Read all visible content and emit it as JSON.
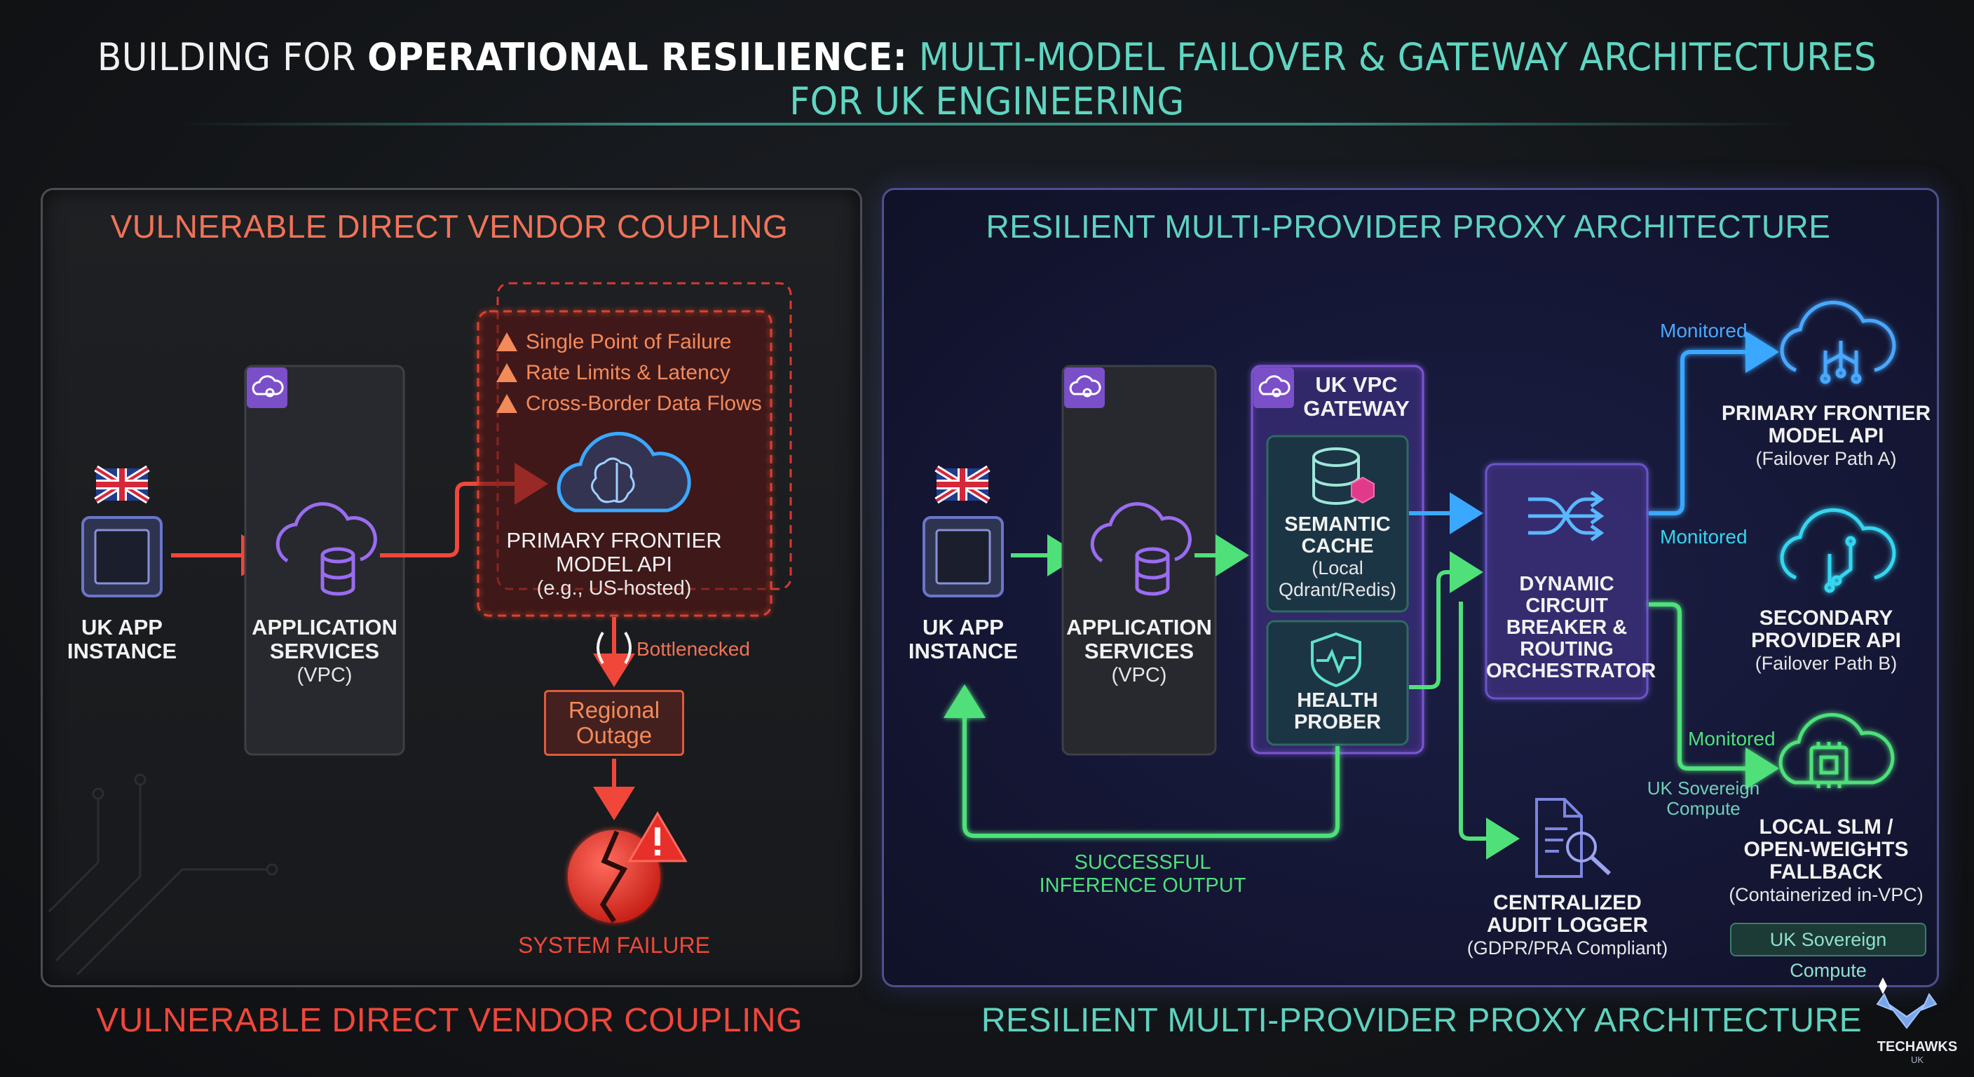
{
  "title": {
    "part1": "BUILDING FOR ",
    "part2": "OPERATIONAL RESILIENCE:",
    "part3": " MULTI-MODEL FAILOVER & GATEWAY ARCHITECTURES FOR UK ENGINEERING"
  },
  "left": {
    "panel_title": "VULNERABLE DIRECT VENDOR COUPLING",
    "bottom_title": "VULNERABLE DIRECT VENDOR COUPLING",
    "uk_app": {
      "line1": "UK APP",
      "line2": "INSTANCE"
    },
    "app_services": {
      "line1": "APPLICATION",
      "line2": "SERVICES",
      "sub": "(VPC)"
    },
    "warnings": [
      "Single Point of Failure",
      "Rate Limits & Latency",
      "Cross-Border Data Flows"
    ],
    "primary_api": {
      "line1": "PRIMARY FRONTIER",
      "line2": "MODEL API",
      "sub": "(e.g., US-hosted)"
    },
    "bottleneck_label": "Bottlenecked",
    "regional_outage": {
      "line1": "Regional",
      "line2": "Outage"
    },
    "system_failure": "SYSTEM FAILURE"
  },
  "right": {
    "panel_title": "RESILIENT MULTI-PROVIDER PROXY ARCHITECTURE",
    "bottom_title": "RESILIENT MULTI-PROVIDER PROXY ARCHITECTURE",
    "uk_app": {
      "line1": "UK APP",
      "line2": "INSTANCE"
    },
    "app_services": {
      "line1": "APPLICATION",
      "line2": "SERVICES",
      "sub": "(VPC)"
    },
    "gateway": {
      "line1": "UK VPC",
      "line2": "GATEWAY"
    },
    "semantic_cache": {
      "line1": "SEMANTIC",
      "line2": "CACHE",
      "sub1": "(Local",
      "sub2": "Qdrant/Redis)"
    },
    "health_prober": {
      "line1": "HEALTH",
      "line2": "PROBER"
    },
    "orchestrator": {
      "line1": "DYNAMIC",
      "line2": "CIRCUIT",
      "line3": "BREAKER &",
      "line4": "ROUTING",
      "line5": "ORCHESTRATOR"
    },
    "monitored_labels": [
      "Monitored",
      "Monitored",
      "Monitored"
    ],
    "primary": {
      "line1": "PRIMARY FRONTIER",
      "line2": "MODEL API",
      "sub": "(Failover Path A)"
    },
    "secondary": {
      "line1": "SECONDARY",
      "line2": "PROVIDER API",
      "sub": "(Failover Path B)"
    },
    "sovereign_label": {
      "line1": "UK Sovereign",
      "line2": "Compute"
    },
    "local": {
      "line1": "LOCAL SLM /",
      "line2": "OPEN-WEIGHTS",
      "line3": "FALLBACK",
      "sub": "(Containerized in-VPC)"
    },
    "sovereign_badge": "UK Sovereign Compute",
    "audit": {
      "line1": "CENTRALIZED",
      "line2": "AUDIT LOGGER",
      "sub": "(GDPR/PRA Compliant)"
    },
    "output": {
      "line1": "SUCCESSFUL",
      "line2": "INFERENCE OUTPUT"
    }
  },
  "logo": {
    "name": "TECHAWKS",
    "sub": "UK"
  },
  "colors": {
    "red": "#f0473a",
    "orange": "#f07358",
    "teal": "#5fd2bf",
    "green": "#4fe07a",
    "blue": "#3aa8ff",
    "cyan": "#34d6f0",
    "purple": "#7a4fc8"
  }
}
